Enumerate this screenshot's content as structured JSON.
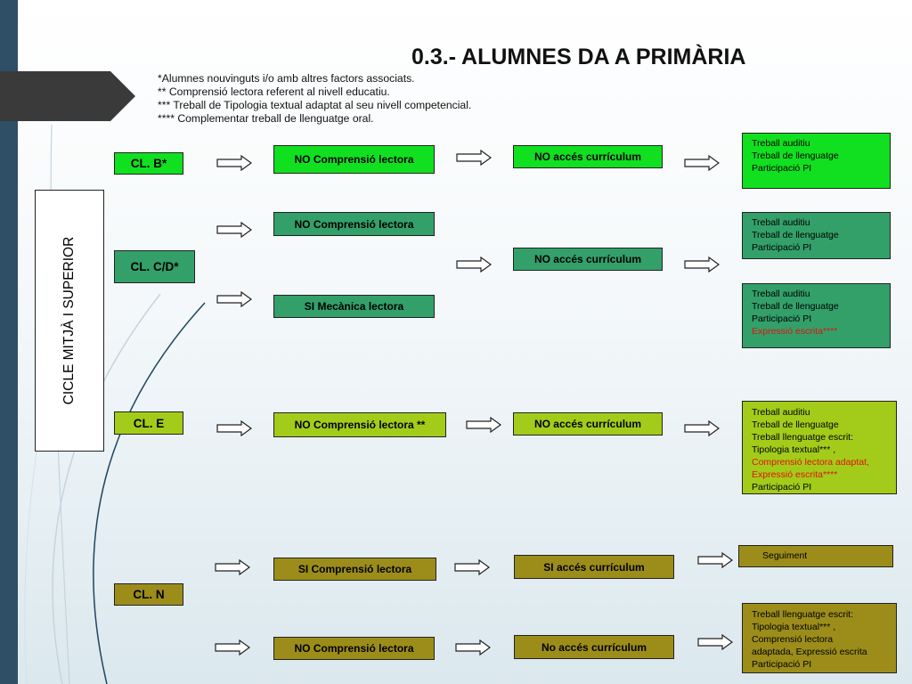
{
  "title": "0.3.- ALUMNES DA A PRIMÀRIA",
  "notes": [
    "*Alumnes nouvinguts i/o amb altres factors associats.",
    "** Comprensió lectora referent al nivell educatiu.",
    "*** Treball de Tipologia textual adaptat al seu nivell competencial.",
    "**** Complementar treball de llenguatge oral."
  ],
  "cycle_label": "CICLE MITJÀ I SUPERIOR",
  "classes": {
    "b": "CL. B*",
    "cd": "CL. C/D*",
    "e": "CL. E",
    "n": "CL. N"
  },
  "stage1": {
    "b": "NO Comprensió lectora",
    "cd1": "NO Comprensió lectora",
    "cd2": "SI Mecànica lectora",
    "e": "NO Comprensió lectora **",
    "n1": "SI Comprensió lectora",
    "n2": "NO Comprensió lectora"
  },
  "stage2": {
    "b": "NO accés currículum",
    "cd": "NO accés currículum",
    "e": "NO accés currículum",
    "n1": "SI accés currículum",
    "n2": "No  accés currículum"
  },
  "outcomes": {
    "b": [
      "Treball auditiu",
      "Treball de llenguatge",
      "Participació PI"
    ],
    "cd1": [
      "Treball auditiu",
      "Treball de llenguatge",
      "Participació PI"
    ],
    "cd2": [
      "Treball auditiu",
      "Treball de llenguatge",
      "Participació PI",
      "Expressió escrita****"
    ],
    "e": [
      "Treball auditiu",
      "Treball de llenguatge",
      "Treball llenguatge escrit:",
      "Tipologia textual*** ,",
      "Comprensió lectora adaptat,",
      "Expressió escrita****",
      "Participació PI"
    ],
    "n1": [
      "Seguiment"
    ],
    "n2": [
      "Treball llenguatge escrit:",
      "Tipologia textual*** ,",
      "Comprensió lectora",
      "adaptada,  Expressió escrita",
      "Participació PI"
    ]
  },
  "colors": {
    "sidebar": "#2e4f66",
    "tab": "#3a3a3a",
    "green": "#11e020",
    "teal": "#33a06a",
    "lime": "#a3cc1a",
    "olive": "#9c8d1a",
    "highlight_text": "#e1120e"
  }
}
